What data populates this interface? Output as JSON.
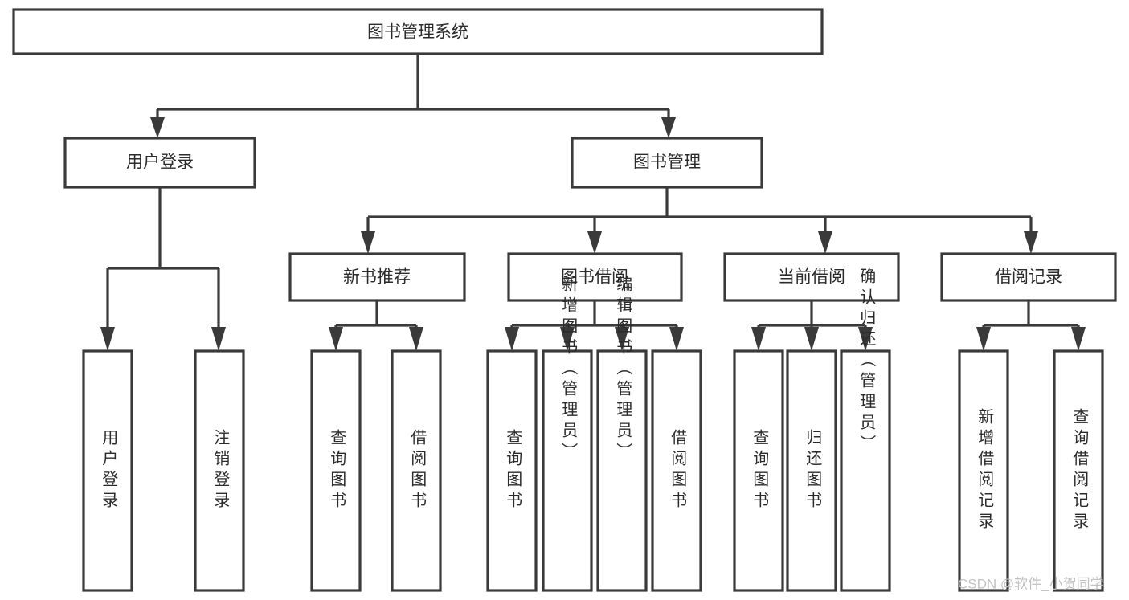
{
  "diagram": {
    "title": "图书管理系统",
    "type": "tree-hierarchy-diagram",
    "watermark": "CSDN @软件_小贺同学",
    "colors": {
      "stroke": "#3a3a3a",
      "fill": "#ffffff",
      "text": "#2b2b2b",
      "watermark": "#c2c2c2"
    },
    "root": {
      "label": "图书管理系统"
    },
    "level2": [
      {
        "label": "用户登录"
      },
      {
        "label": "图书管理"
      }
    ],
    "level3": [
      {
        "label": "新书推荐"
      },
      {
        "label": "图书借阅"
      },
      {
        "label": "当前借阅"
      },
      {
        "label": "借阅记录"
      }
    ],
    "leaves": {
      "user_login": [
        {
          "label": "用户登录"
        },
        {
          "label": "注销登录"
        }
      ],
      "new_book_recommend": [
        {
          "label": "查询图书"
        },
        {
          "label": "借阅图书"
        }
      ],
      "book_borrow": [
        {
          "label": "查询图书"
        },
        {
          "label": "新增图书（管理员）"
        },
        {
          "label": "编辑图书（管理员）"
        },
        {
          "label": "借阅图书"
        }
      ],
      "current_borrow": [
        {
          "label": "查询图书"
        },
        {
          "label": "归还图书"
        },
        {
          "label": "确认归还（管理员）"
        }
      ],
      "borrow_records": [
        {
          "label": "新增借阅记录"
        },
        {
          "label": "查询借阅记录"
        }
      ]
    }
  }
}
